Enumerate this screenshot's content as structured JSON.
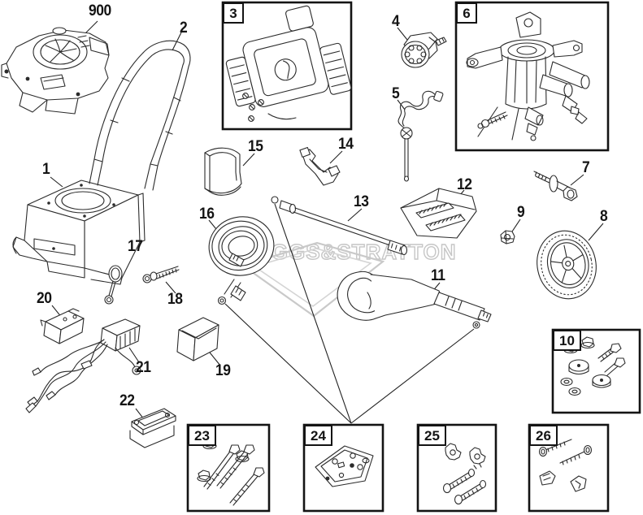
{
  "watermark": "BRIGGS&STRATTON",
  "labels": {
    "p900": "900",
    "p1": "1",
    "p2": "2",
    "p4": "4",
    "p5": "5",
    "p7": "7",
    "p8": "8",
    "p9": "9",
    "p11": "11",
    "p12": "12",
    "p13": "13",
    "p14": "14",
    "p15": "15",
    "p16": "16",
    "p17": "17",
    "p18": "18",
    "p19": "19",
    "p20": "20",
    "p21": "21",
    "p22": "22"
  },
  "boxes": {
    "b3": "3",
    "b6": "6",
    "b10": "10",
    "b23": "23",
    "b24": "24",
    "b25": "25",
    "b26": "26"
  }
}
